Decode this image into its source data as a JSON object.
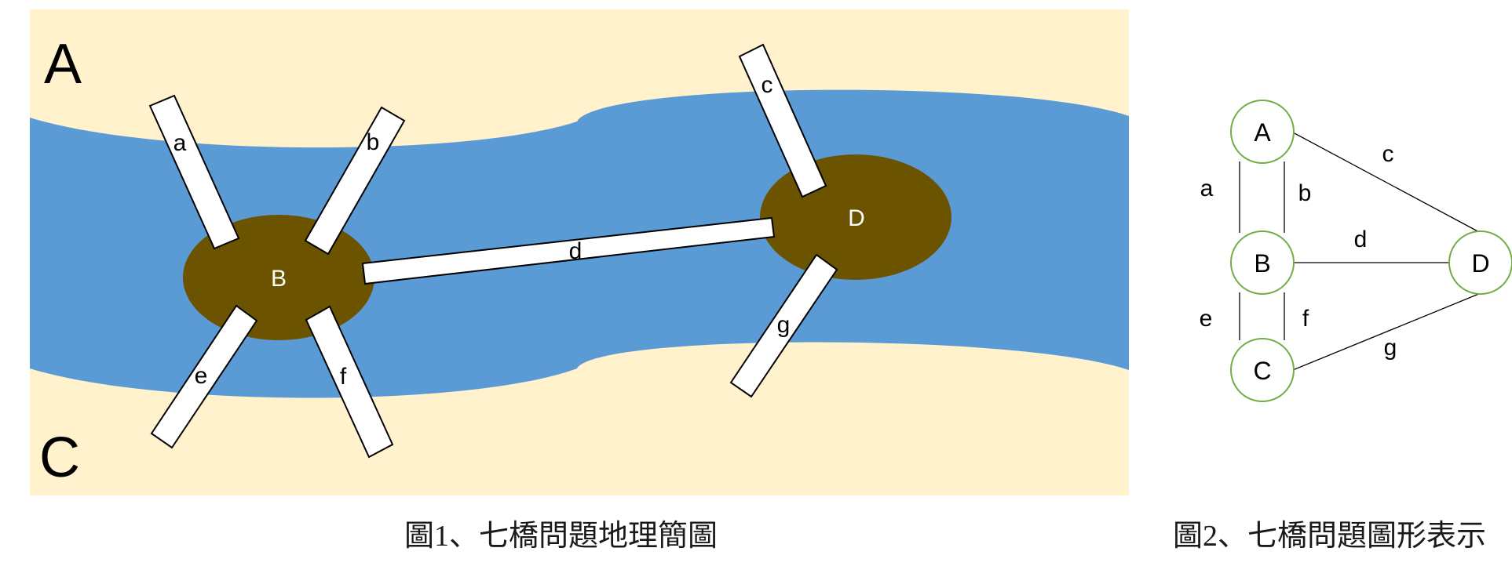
{
  "figure1": {
    "caption": "圖1、七橋問題地理簡圖",
    "banks": {
      "top": "A",
      "bottom": "C"
    },
    "islands": {
      "left": "B",
      "right": "D"
    },
    "bridges": [
      "a",
      "b",
      "c",
      "d",
      "e",
      "f",
      "g"
    ]
  },
  "figure2": {
    "caption": "圖2、七橋問題圖形表示",
    "nodes": [
      "A",
      "B",
      "C",
      "D"
    ],
    "edges": [
      {
        "label": "a",
        "from": "A",
        "to": "B"
      },
      {
        "label": "b",
        "from": "A",
        "to": "B"
      },
      {
        "label": "c",
        "from": "A",
        "to": "D"
      },
      {
        "label": "d",
        "from": "B",
        "to": "D"
      },
      {
        "label": "e",
        "from": "B",
        "to": "C"
      },
      {
        "label": "f",
        "from": "B",
        "to": "C"
      },
      {
        "label": "g",
        "from": "C",
        "to": "D"
      }
    ]
  },
  "colors": {
    "land": "#FFF2CC",
    "river": "#5B9BD5",
    "island": "#6B5300",
    "bridge": "#FFFFFF",
    "node_border": "#70AD47"
  }
}
